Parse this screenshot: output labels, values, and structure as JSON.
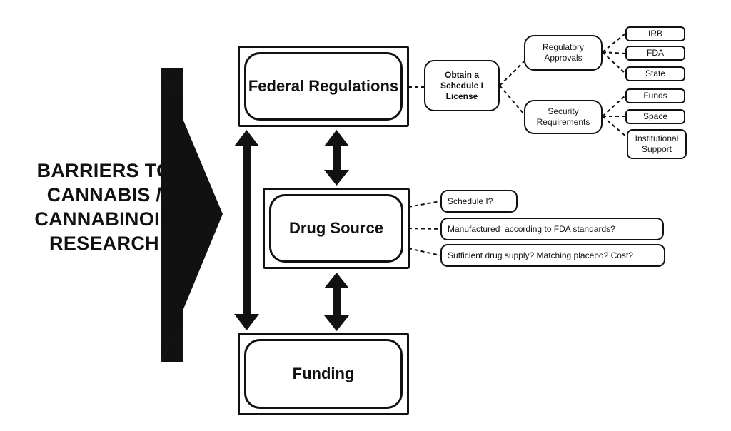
{
  "title_lines": [
    "BARRIERS TO",
    "CANNABIS /",
    "CANNABINOID",
    "RESEARCH"
  ],
  "main_boxes": {
    "federal": "Federal Regulations",
    "drug": "Drug Source",
    "funding": "Funding"
  },
  "license": [
    "Obtain a",
    "Schedule I",
    "License"
  ],
  "regulatory": {
    "label": [
      "Regulatory",
      "Approvals"
    ],
    "items": [
      "IRB",
      "FDA",
      "State"
    ]
  },
  "security": {
    "label": [
      "Security",
      "Requirements"
    ],
    "items": [
      "Funds",
      "Space"
    ],
    "institutional": [
      "Institutional",
      "Support"
    ]
  },
  "drug_questions": [
    "Schedule I?",
    "Manufactured  according to FDA standards?",
    "Sufficient drug supply? Matching placebo? Cost?"
  ]
}
